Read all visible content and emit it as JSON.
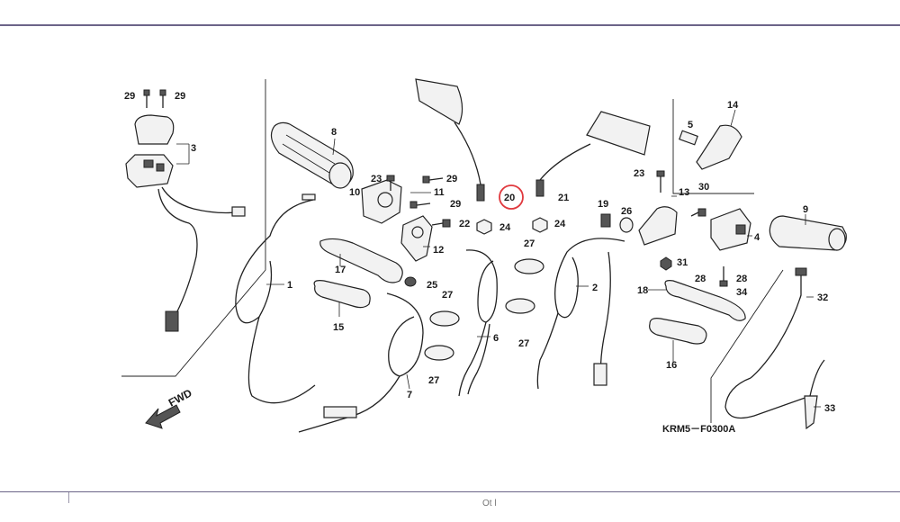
{
  "diagram": {
    "reference_code": "KRM5－F0300A",
    "fwd_label": "FWD",
    "footer_fragment": "Ot l",
    "highlight_color": "#e0393e",
    "rule_color": "#6b6488",
    "callouts": [
      {
        "id": "c29a",
        "text": "29"
      },
      {
        "id": "c29b",
        "text": "29"
      },
      {
        "id": "c3",
        "text": "3"
      },
      {
        "id": "c8",
        "text": "8"
      },
      {
        "id": "c23a",
        "text": "23"
      },
      {
        "id": "c29c",
        "text": "29"
      },
      {
        "id": "c10",
        "text": "10"
      },
      {
        "id": "c11",
        "text": "11"
      },
      {
        "id": "c29d",
        "text": "29"
      },
      {
        "id": "c22",
        "text": "22"
      },
      {
        "id": "c24a",
        "text": "24"
      },
      {
        "id": "c20",
        "text": "20"
      },
      {
        "id": "c21",
        "text": "21"
      },
      {
        "id": "c24b",
        "text": "24"
      },
      {
        "id": "c12",
        "text": "12"
      },
      {
        "id": "c1",
        "text": "1"
      },
      {
        "id": "c17",
        "text": "17"
      },
      {
        "id": "c25",
        "text": "25"
      },
      {
        "id": "c15",
        "text": "15"
      },
      {
        "id": "c27a",
        "text": "27"
      },
      {
        "id": "c27b",
        "text": "27"
      },
      {
        "id": "c27c",
        "text": "27"
      },
      {
        "id": "c27d",
        "text": "27"
      },
      {
        "id": "c6",
        "text": "6"
      },
      {
        "id": "c7",
        "text": "7"
      },
      {
        "id": "c2",
        "text": "2"
      },
      {
        "id": "c5",
        "text": "5"
      },
      {
        "id": "c14",
        "text": "14"
      },
      {
        "id": "c23b",
        "text": "23"
      },
      {
        "id": "c19",
        "text": "19"
      },
      {
        "id": "c26",
        "text": "26"
      },
      {
        "id": "c13",
        "text": "13"
      },
      {
        "id": "c30",
        "text": "30"
      },
      {
        "id": "c9",
        "text": "9"
      },
      {
        "id": "c4",
        "text": "4"
      },
      {
        "id": "c31",
        "text": "31"
      },
      {
        "id": "c28a",
        "text": "28"
      },
      {
        "id": "c28b",
        "text": "28"
      },
      {
        "id": "c34",
        "text": "34"
      },
      {
        "id": "c18",
        "text": "18"
      },
      {
        "id": "c32",
        "text": "32"
      },
      {
        "id": "c16",
        "text": "16"
      },
      {
        "id": "c33",
        "text": "33"
      }
    ]
  }
}
